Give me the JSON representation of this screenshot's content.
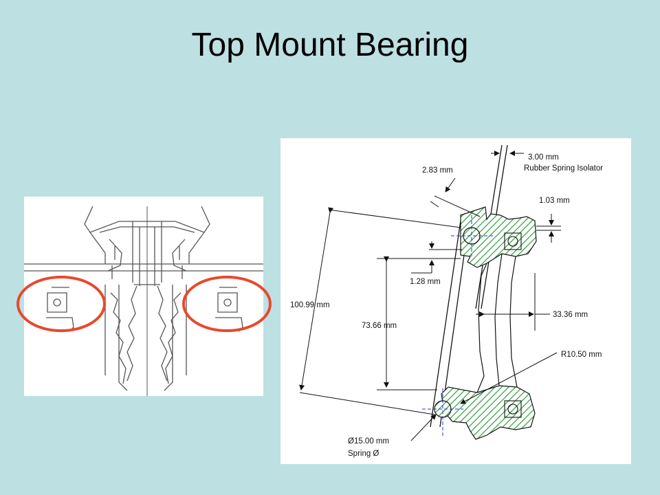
{
  "slide": {
    "title": "Top Mount Bearing"
  },
  "dimensions": {
    "rubber_thickness": "3.00 mm",
    "rubber_label": "Rubber Spring Isolator",
    "gap_283": "2.83 mm",
    "gap_103": "1.03 mm",
    "gap_128": "1.28 mm",
    "dia_10099": "100.99 mm",
    "dia_7366": "73.66 mm",
    "width_3336": "33.36 mm",
    "radius": "R10.50 mm",
    "spring_dia": "Ø15.00 mm",
    "spring_label": "Spring Ø"
  },
  "colors": {
    "background": "#BDE0E3",
    "highlight_circle": "#E8492C",
    "rubber_fill": "#2E9E3A",
    "centerline": "#2233DD"
  }
}
